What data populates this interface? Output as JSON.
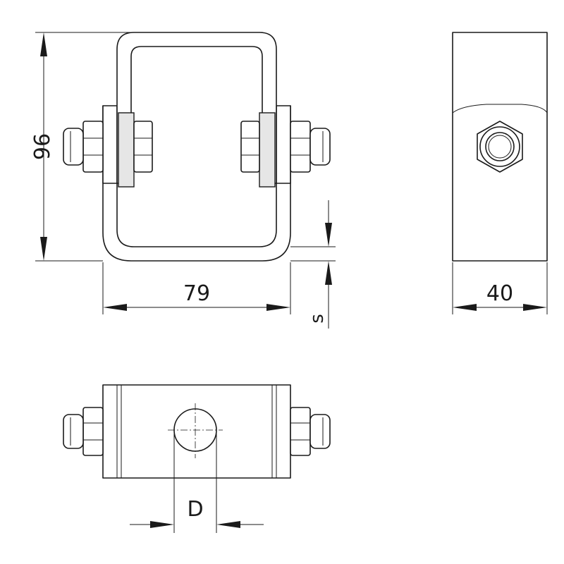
{
  "dimensions": {
    "height": "96",
    "width": "79",
    "depth": "40",
    "thickness": "s",
    "diameter": "D"
  }
}
